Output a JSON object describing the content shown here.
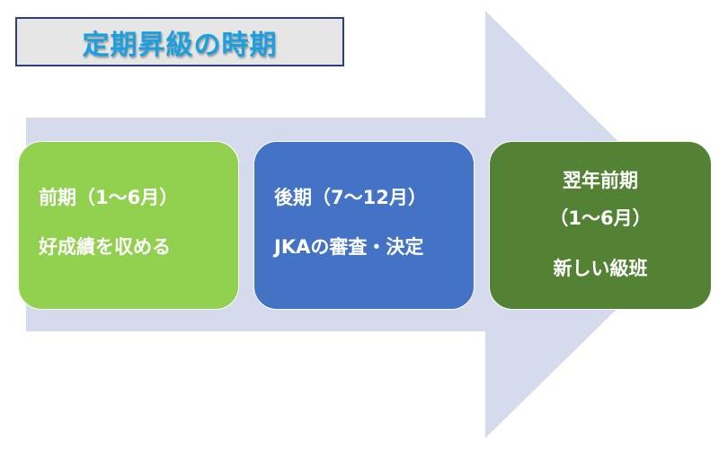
{
  "title": "定期昇級の時期",
  "colors": {
    "arrow": "#d6daed",
    "title_text": "#1aa0e0",
    "title_border": "#2f3f7d",
    "title_bg": "#e7e6e6",
    "stage_1": "#92d050",
    "stage_2": "#4472c4",
    "stage_3": "#548235"
  },
  "stages": [
    {
      "lines": [
        "前期（1～6月）",
        "好成績を収める"
      ]
    },
    {
      "lines": [
        "後期（7～12月）",
        "JKAの審査・決定"
      ]
    },
    {
      "lines": [
        "翌年前期",
        "（1～6月）",
        "新しい級班"
      ]
    }
  ]
}
